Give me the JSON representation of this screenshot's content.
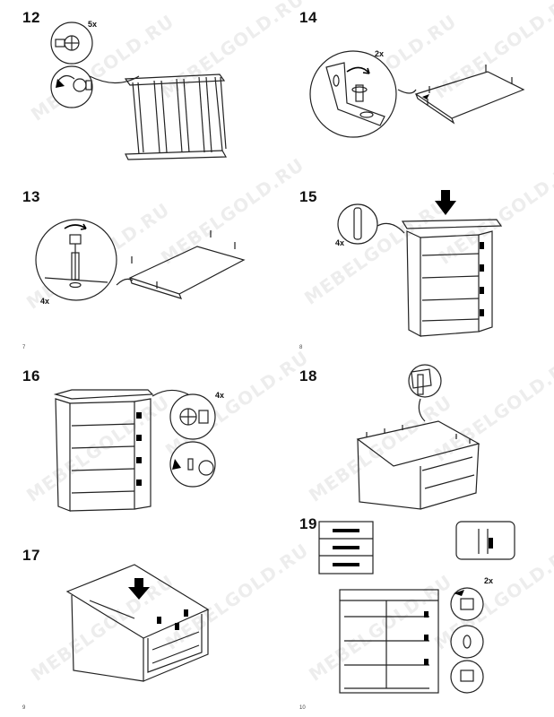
{
  "watermark": "MEBELGOLD.RU",
  "steps": {
    "s12": {
      "number": "12",
      "qty": "5x"
    },
    "s13": {
      "number": "13",
      "qty": "4x"
    },
    "s14": {
      "number": "14",
      "qty": "2x"
    },
    "s15": {
      "number": "15",
      "qty": "4x"
    },
    "s16": {
      "number": "16",
      "qty": "4x"
    },
    "s17": {
      "number": "17"
    },
    "s18": {
      "number": "18"
    },
    "s19": {
      "number": "19",
      "qty": "2x"
    }
  },
  "pages": {
    "p7": "7",
    "p8": "8",
    "p9": "9",
    "p10": "10"
  },
  "colors": {
    "line": "#222222",
    "arrow": "#000000",
    "watermark": "#000000"
  }
}
